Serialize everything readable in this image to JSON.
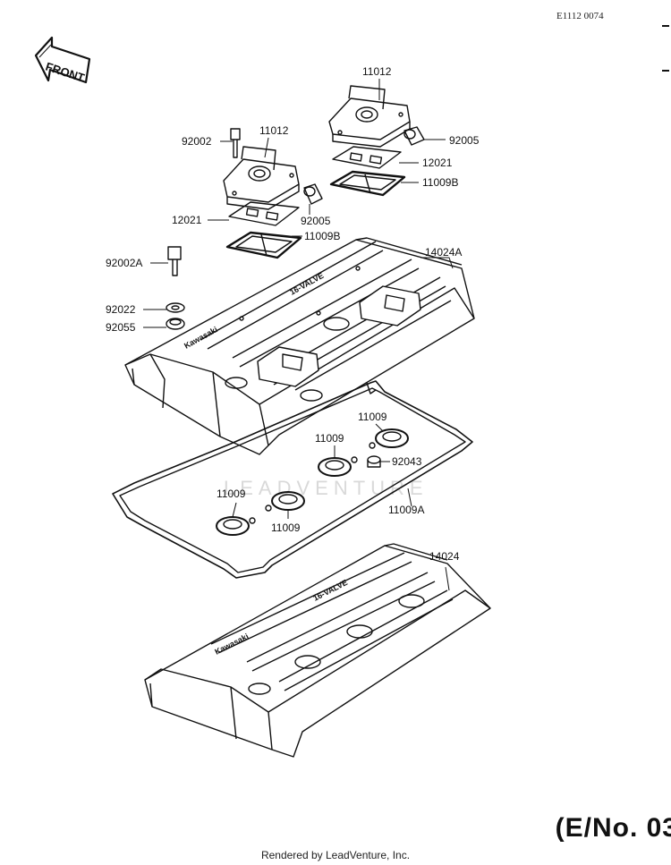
{
  "header": {
    "ref_code": "E1112 0074",
    "front_arrow": "FRONT"
  },
  "parts": {
    "p11012_right": "11012",
    "p11012_left": "11012",
    "p92002": "92002",
    "p92005_right": "92005",
    "p92005_left": "92005",
    "p12021_right": "12021",
    "p12021_left": "12021",
    "p11009B_right": "11009B",
    "p11009B_left": "11009B",
    "p92002A": "92002A",
    "p14024A": "14024A",
    "p92022": "92022",
    "p92055": "92055",
    "p11009_a": "11009",
    "p11009_b": "11009",
    "p92043": "92043",
    "p11009_c": "11009",
    "p11009_d": "11009",
    "p11009A": "11009A",
    "p14024": "14024"
  },
  "cover_text": {
    "brand_upper": "Kawasaki",
    "model_upper": "16-VALVE",
    "brand_lower": "Kawasaki",
    "model_lower": "16-VALVE"
  },
  "watermark": "LEADVENTURE",
  "edition": "(E/No. 03",
  "footer": "Rendered by LeadVenture, Inc."
}
